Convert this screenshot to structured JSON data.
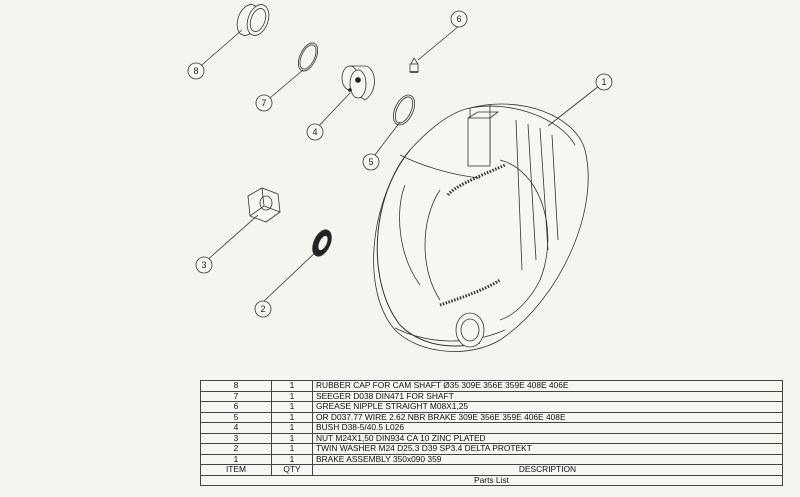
{
  "balloons": [
    "1",
    "2",
    "3",
    "4",
    "5",
    "6",
    "7",
    "8"
  ],
  "parts_list": {
    "title": "Parts List",
    "headers": {
      "item": "ITEM",
      "qty": "QTY",
      "description": "DESCRIPTION"
    },
    "rows": [
      {
        "item": "8",
        "qty": "1",
        "description": "RUBBER CAP FOR CAM SHAFT Ø35 309E 356E 359E 408E 406E"
      },
      {
        "item": "7",
        "qty": "1",
        "description": "SEEGER D038 DIN471 FOR SHAFT"
      },
      {
        "item": "6",
        "qty": "1",
        "description": "GREASE NIPPLE STRAIGHT M08X1,25"
      },
      {
        "item": "5",
        "qty": "1",
        "description": "OR D037.77 WIRE 2.62 NBR BRAKE 309E 356E 359E 406E 408E"
      },
      {
        "item": "4",
        "qty": "1",
        "description": "BUSH D38-5/40.5  L026"
      },
      {
        "item": "3",
        "qty": "1",
        "description": "NUT M24X1,50 DIN934 CA 10 ZINC PLATED"
      },
      {
        "item": "2",
        "qty": "1",
        "description": "TWIN WASHER M24 D25.3 D39 SP3.4 DELTA PROTEKT"
      },
      {
        "item": "1",
        "qty": "1",
        "description": "BRAKE ASSEMBLY 350x090 359"
      }
    ]
  }
}
